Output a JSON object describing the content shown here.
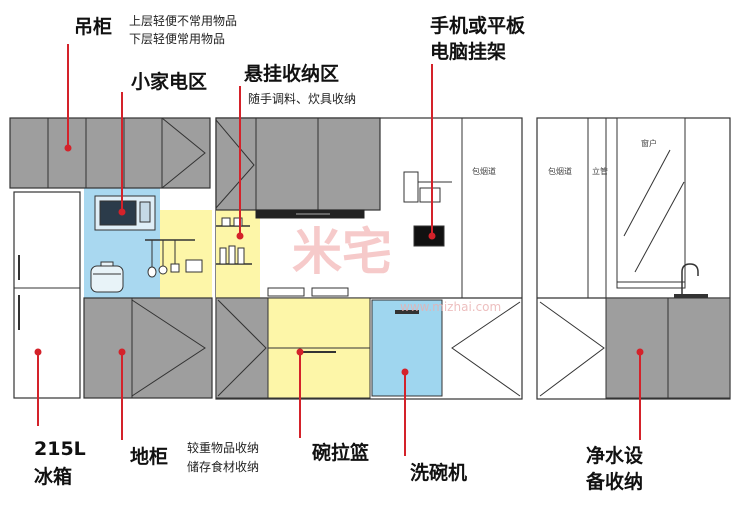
{
  "labels": {
    "wall_cabinet": {
      "title": "吊柜",
      "line1": "上层轻便不常用物品",
      "line2": "下层轻便常用物品"
    },
    "appliance_zone": {
      "title": "小家电区"
    },
    "hanging_storage": {
      "title": "悬挂收纳区",
      "line1": "随手调料、炊具收纳"
    },
    "device_rack": {
      "line1": "手机或平板",
      "line2": "电脑挂架"
    },
    "fridge": {
      "line1": "215L",
      "line2": "冰箱"
    },
    "base_cabinet": {
      "title": "地柜",
      "line1": "较重物品收纳",
      "line2": "储存食材收纳"
    },
    "dish_basket": {
      "title": "碗拉篮"
    },
    "dishwasher": {
      "title": "洗碗机"
    },
    "water_purifier": {
      "line1": "净水设",
      "line2": "备收纳"
    }
  },
  "small_text": {
    "pipe_a": "包烟道",
    "pipe_b": "包烟道",
    "standpipe": "立管",
    "window": "窗户"
  },
  "watermark": {
    "text": "米宅",
    "url": "www.mizhai.com"
  },
  "colors": {
    "cabinet": "#9e9e9e",
    "blue_zone": "#a9d8f0",
    "yellow_zone": "#fdf6a8",
    "dishwasher": "#9fd6ef",
    "leader": "#d4222a",
    "outline": "#333333"
  }
}
